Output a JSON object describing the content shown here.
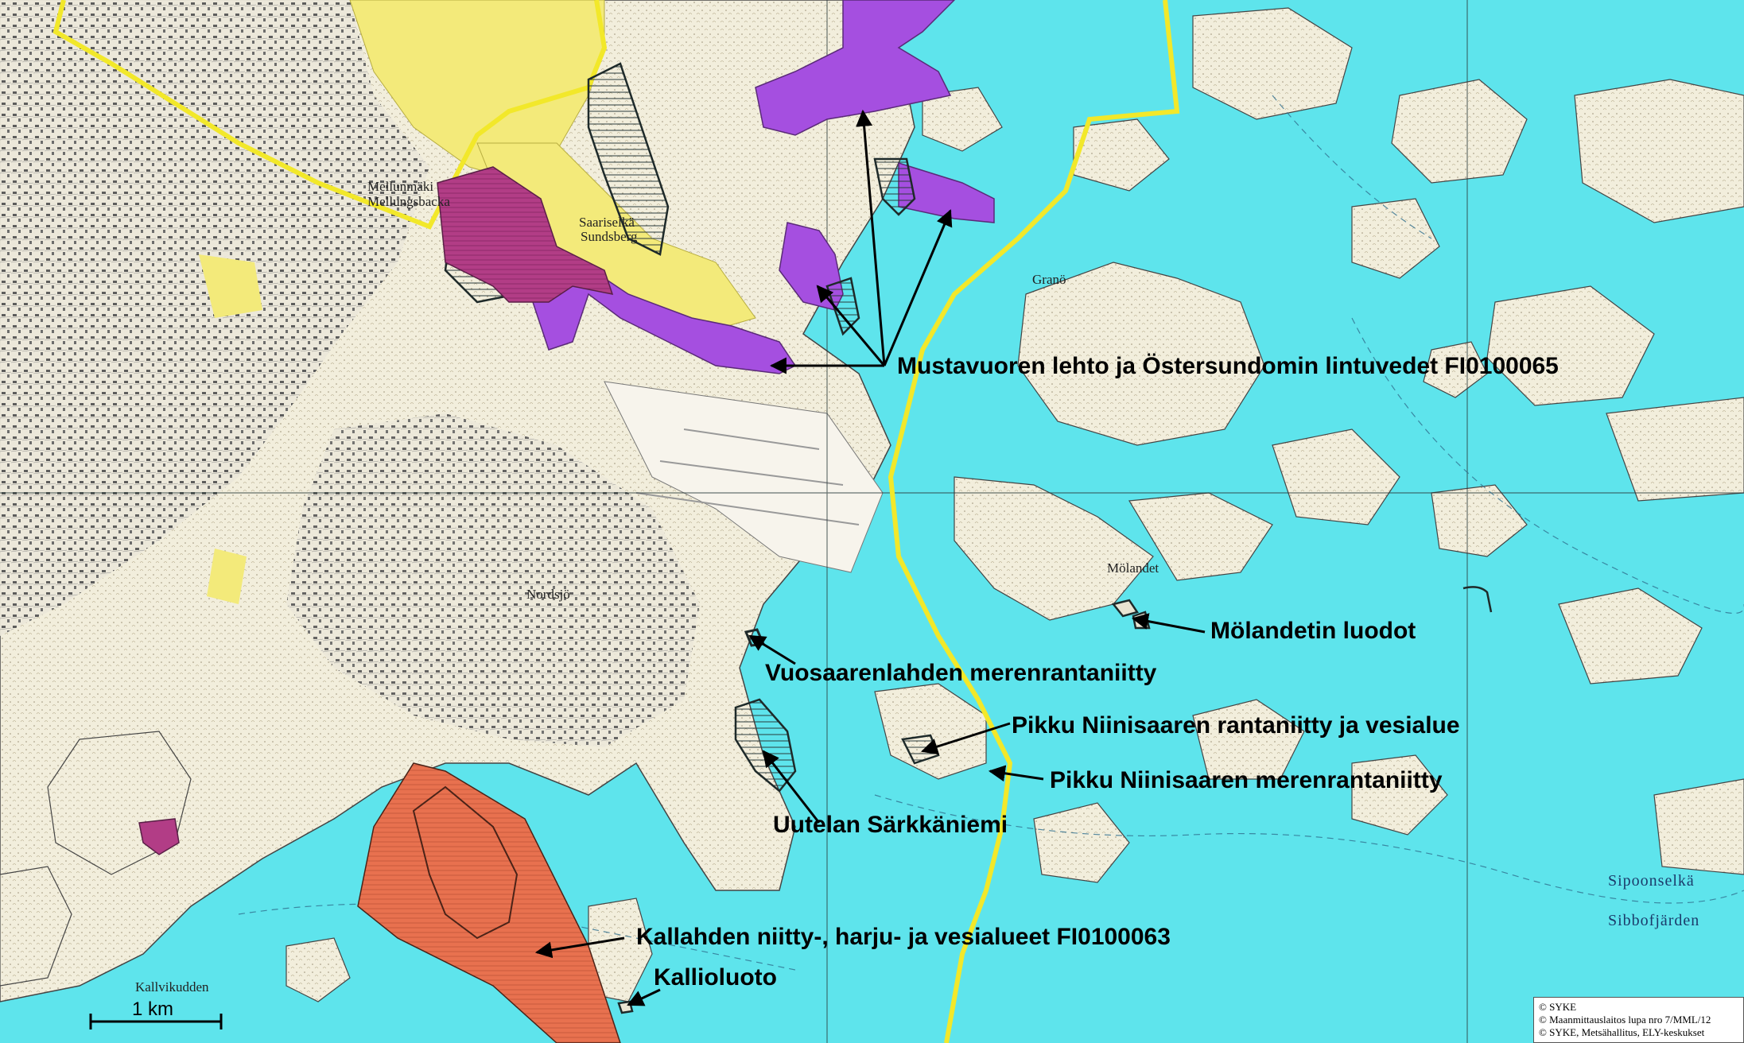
{
  "labels": {
    "mustavuori": "Mustavuoren lehto ja Östersundomin lintuvedet FI0100065",
    "molandet": "Mölandetin luodot",
    "vuosaarenlahti": "Vuosaarenlahden merenrantaniitty",
    "niinisaari_rantaniitty": "Pikku Niinisaaren rantaniitty ja vesialue",
    "niinisaari_merenrantaniitty": "Pikku Niinisaaren merenrantaniitty",
    "uutela": "Uutelan Särkkäniemi",
    "kallahti": "Kallahden niitty-, harju- ja vesialueet FI0100063",
    "kallioluoto": "Kallioluoto"
  },
  "places": {
    "mellunmaki_fi": "Mellunmäki",
    "mellunmaki_sv": "Mellungsbacka",
    "somerikko": "Saariselkä",
    "sundsberg": "Sundsberg",
    "nordsjo": "Nordsjö",
    "granon": "Granö",
    "moland": "Mölandet",
    "kallahti_sv": "Kallvikudden"
  },
  "water_names": {
    "sipoonselka": "Sipoonselkä",
    "sibbofjarden": "Sibbofjärden"
  },
  "scale": {
    "label": "1 km"
  },
  "copyright": {
    "line1": "© SYKE",
    "line2": "© Maanmittauslaitos lupa nro 7/MML/12",
    "line3": "© SYKE, Metsähallitus, ELY-keskukset"
  },
  "colors": {
    "water": "#5ee4ec",
    "land": "#f3efdd",
    "urban": "#e8e4d6",
    "yellow_area": "#f3ea7a",
    "border_yellow": "#f2e82a",
    "natura_violet": "#a54fe0",
    "natura_magenta": "#b23d86",
    "natura_orange": "#e8714f",
    "hatched_outline": "#1e2a2a"
  }
}
